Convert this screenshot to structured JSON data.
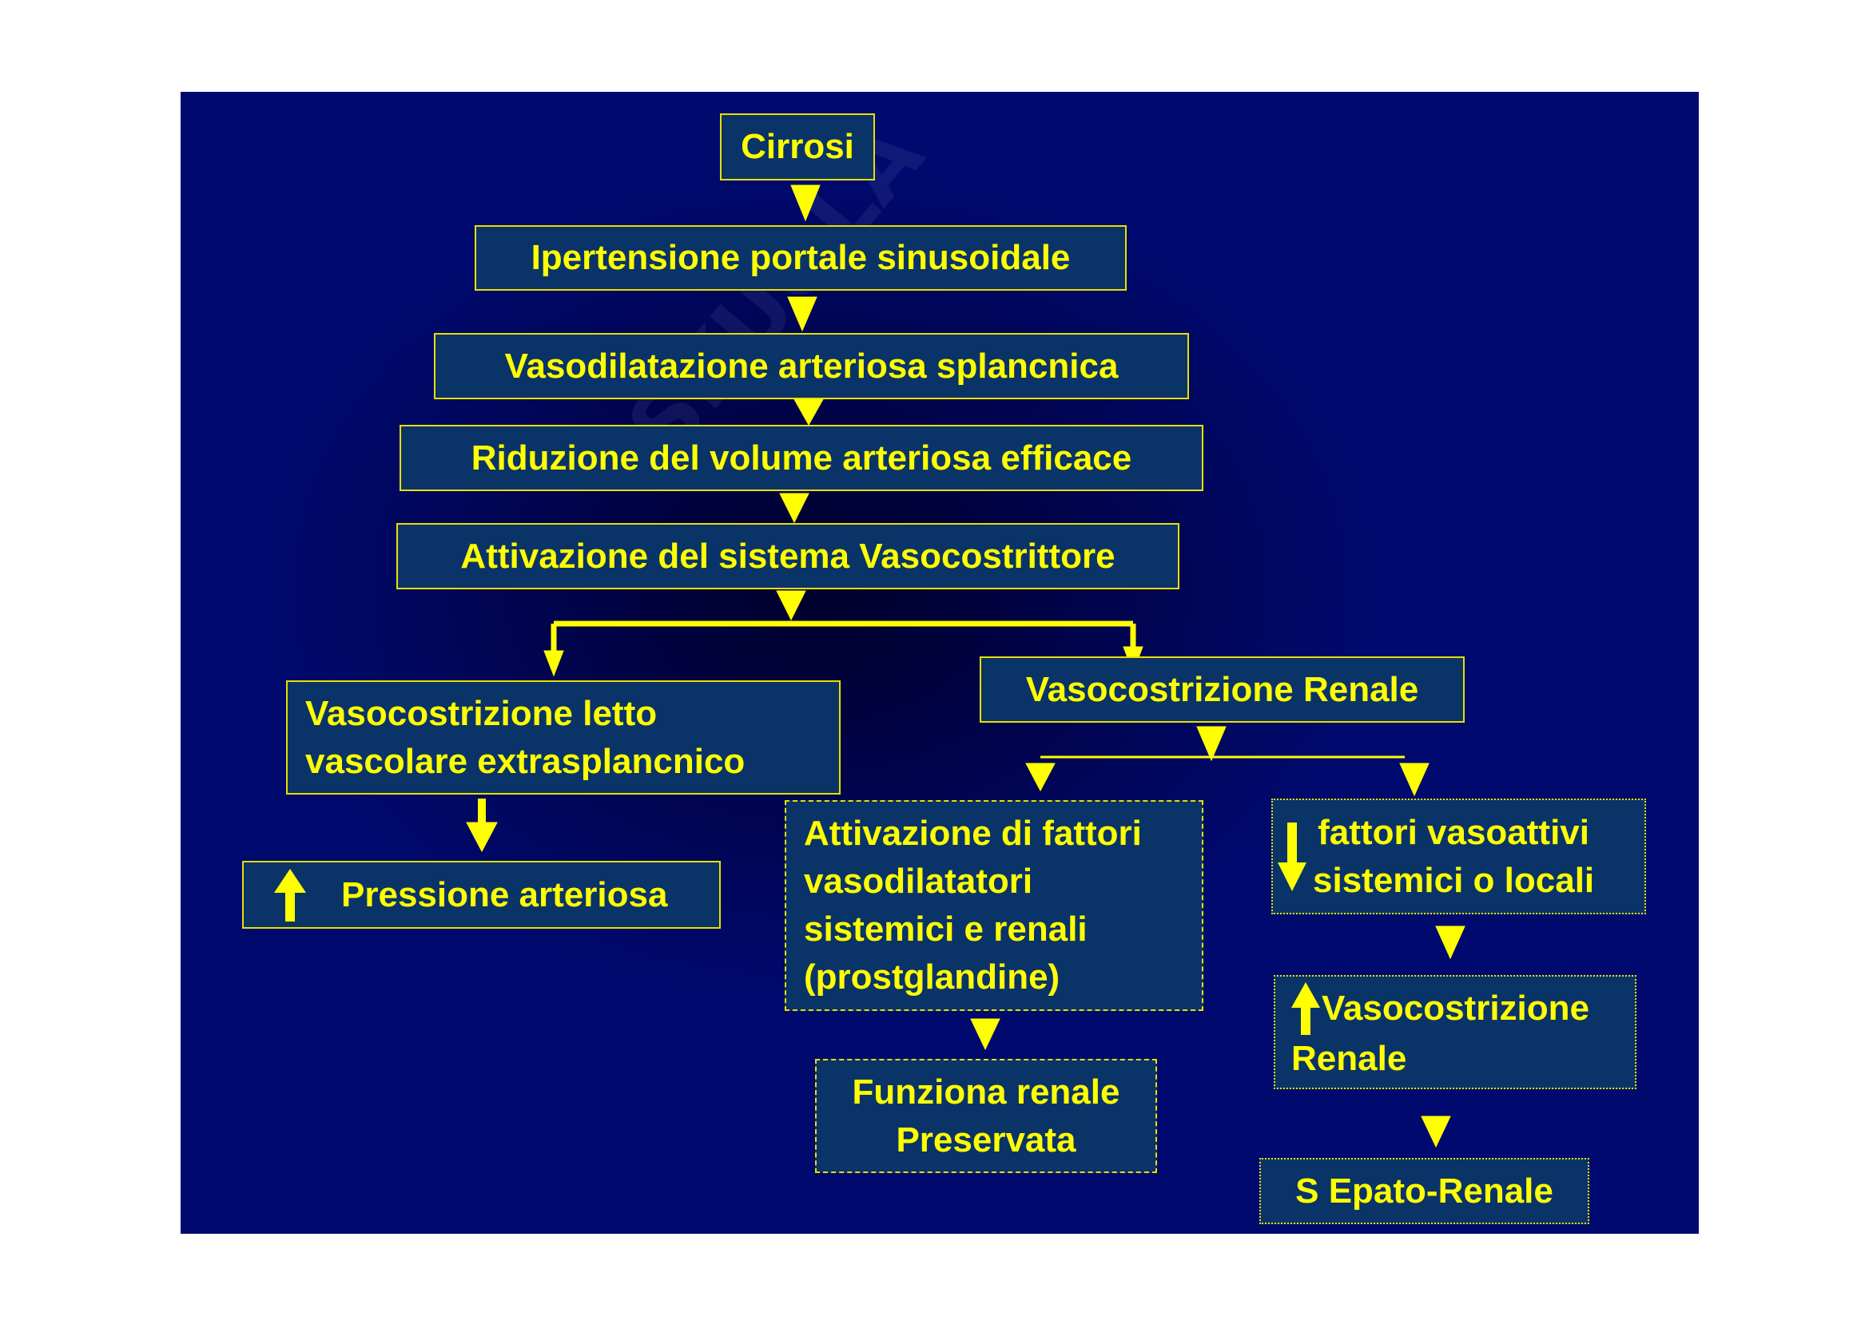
{
  "watermark": "Skuola.net",
  "colors": {
    "accent": "#ffff00",
    "box_fill": "#0a3468",
    "background": "#000a6e"
  },
  "nodes": {
    "cirrosi": "Cirrosi",
    "ipertensione": "Ipertensione portale sinusoidale",
    "vasodilatazione": "Vasodilatazione arteriosa splancnica",
    "riduzione": "Riduzione del volume arteriosa efficace",
    "attivazione": "Attivazione del sistema Vasocostrittore",
    "letto_line1": "Vasocostrizione letto",
    "letto_line2": "vascolare extrasplancnico",
    "pressione": "Pressione arteriosa",
    "renale": "Vasocostrizione Renale",
    "fattori_line1": "Attivazione di fattori",
    "fattori_line2": "vasodilatatori",
    "fattori_line3": "sistemici e renali",
    "fattori_line4": "(prostglandine)",
    "funziona_line1": "Funziona renale",
    "funziona_line2": "Preservata",
    "vasoattivi_line1": "fattori vasoattivi",
    "vasoattivi_line2": "sistemici o locali",
    "vasoc2_line1": "Vasocostrizione",
    "vasoc2_line2": "Renale",
    "epato": "S Epato-Renale"
  }
}
